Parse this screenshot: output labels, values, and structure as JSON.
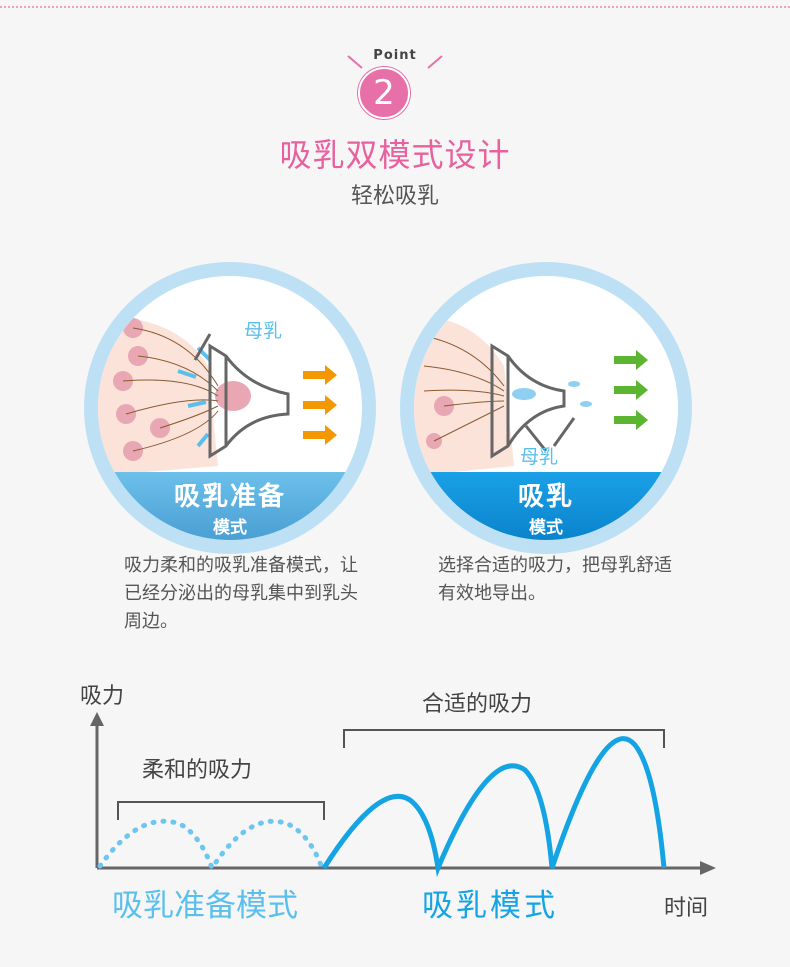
{
  "header": {
    "point_label": "Point",
    "point_number": "2",
    "title": "吸乳双模式设计",
    "subtitle": "轻松吸乳"
  },
  "modes": [
    {
      "milk_label": "母乳",
      "band_title": "吸乳准备",
      "band_sub": "模式",
      "description": "吸力柔和的吸乳准备模式，让已经分泌出的母乳集中到乳头周边。"
    },
    {
      "milk_label": "母乳",
      "band_title": "吸乳",
      "band_sub": "模式",
      "description": "选择合适的吸力，把母乳舒适有效地导出。"
    }
  ],
  "graph": {
    "y_axis_label": "吸力",
    "x_axis_label": "时间",
    "soft_label": "柔和的吸力",
    "strong_label": "合适的吸力",
    "mode1_label": "吸乳准备模式",
    "mode2_label": "吸乳模式"
  },
  "colors": {
    "pink": "#e8609e",
    "light_blue": "#5bbfee",
    "blue": "#14a4e4",
    "orange": "#f39800",
    "green": "#5cb531"
  }
}
